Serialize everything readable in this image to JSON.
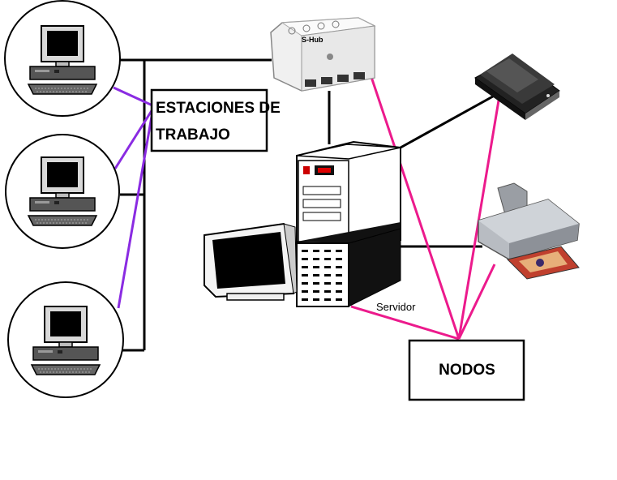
{
  "labels": {
    "workstations_line1": "ESTACIONES DE",
    "workstations_line2": "TRABAJO",
    "nodes": "NODOS",
    "server": "Servidor",
    "hub": "S-Hub"
  },
  "colors": {
    "black_link": "#000000",
    "purple_link": "#8a2be2",
    "pink_link": "#ec1a8c"
  },
  "icons": {
    "workstation": "desktop-computer-icon",
    "hub": "network-hub-icon",
    "server": "server-tower-icon",
    "monitor": "crt-monitor-icon",
    "scanner": "scanner-icon",
    "printer": "printer-icon"
  }
}
